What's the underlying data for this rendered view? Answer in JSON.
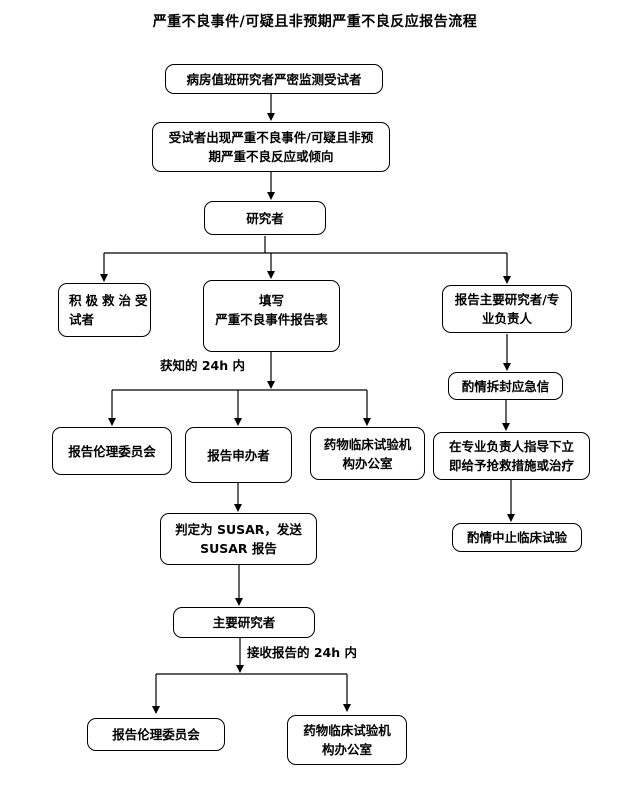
{
  "title": "严重不良事件/可疑且非预期严重不良反应报告流程",
  "nodes": {
    "monitor": {
      "lines": [
        "病房值班研究者严密监测受试者"
      ]
    },
    "event": {
      "lines": [
        "受试者出现严重不良事件/可疑且非预",
        "期严重不良反应或倾向"
      ]
    },
    "investigator": {
      "lines": [
        "研究者"
      ]
    },
    "rescue": {
      "lines": [
        "积极救治受",
        "试者"
      ]
    },
    "fill_form": {
      "lines": [
        "填写",
        "严重不良事件报告表"
      ]
    },
    "report_pi": {
      "lines": [
        "报告主要研究者/专",
        "业负责人"
      ]
    },
    "report_ec1": {
      "lines": [
        "报告伦理委员会"
      ]
    },
    "report_sponsor": {
      "lines": [
        "报告申办者"
      ]
    },
    "report_office1": {
      "lines": [
        "药物临床试验机",
        "构办公室"
      ]
    },
    "open_letter": {
      "lines": [
        "酌情拆封应急信"
      ]
    },
    "guided_rescue": {
      "lines": [
        "在专业负责人指导下立",
        "即给予抢救措施或治疗"
      ]
    },
    "suspend_trial": {
      "lines": [
        "酌情中止临床试验"
      ]
    },
    "susar": {
      "lines": [
        "判定为 SUSAR，发送",
        "SUSAR 报告"
      ]
    },
    "principal_investigator": {
      "lines": [
        "主要研究者"
      ]
    },
    "report_ec2": {
      "lines": [
        "报告伦理委员会"
      ]
    },
    "report_office2": {
      "lines": [
        "药物临床试验机",
        "构办公室"
      ]
    }
  },
  "labels": {
    "within_24h_known": "获知的 24h 内",
    "within_24h_received": "接收报告的 24h 内"
  },
  "colors": {
    "background": "#ffffff",
    "line": "#000000",
    "box_border": "#000000",
    "box_fill": "#ffffff",
    "text": "#000000"
  }
}
